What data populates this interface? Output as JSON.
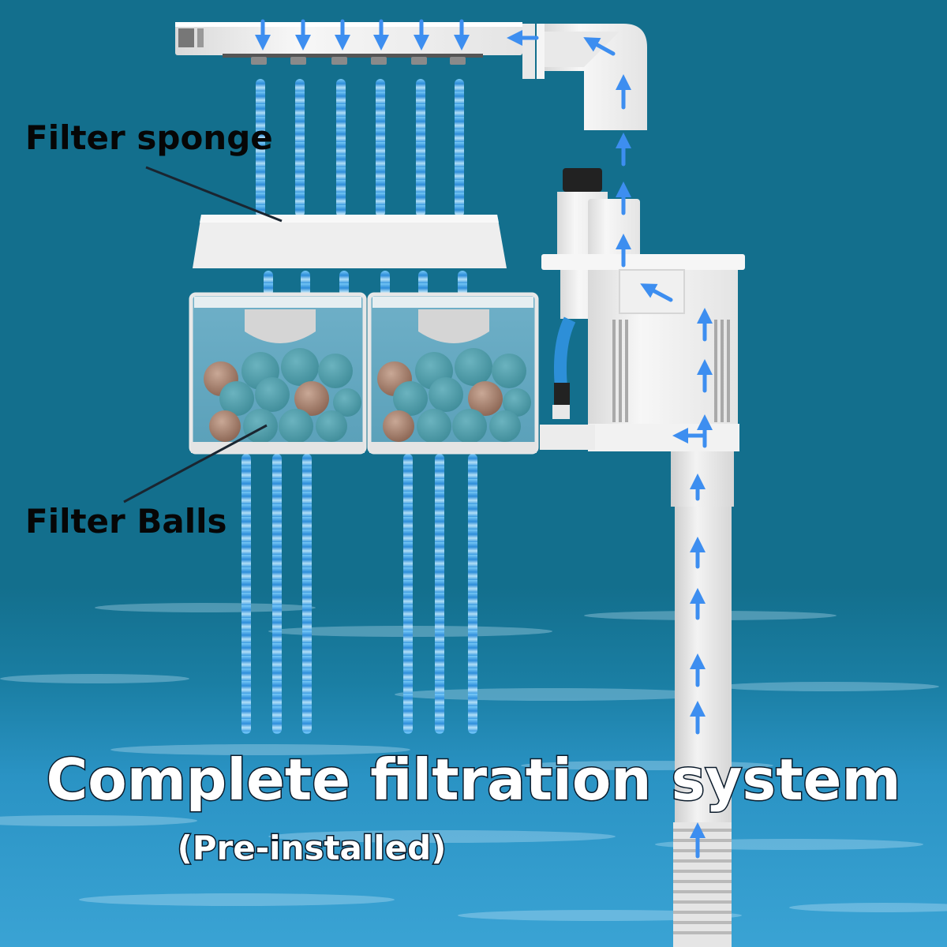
{
  "diagram": {
    "title": "Complete filtration system",
    "subtitle": "(Pre-installed)",
    "labels": {
      "filter_sponge": "Filter sponge",
      "filter_balls": "Filter Balls"
    },
    "components": [
      {
        "id": "spray-bar",
        "name": "Spray bar / outlet tray",
        "nozzle_count": 6
      },
      {
        "id": "elbow-outlet",
        "name": "Elbow outlet pipe"
      },
      {
        "id": "filter-sponge",
        "name": "Filter sponge"
      },
      {
        "id": "filter-box-left",
        "name": "Filter box with filter balls"
      },
      {
        "id": "filter-box-right",
        "name": "Filter box with filter balls"
      },
      {
        "id": "pump-housing",
        "name": "Pump housing with adjustment knob"
      },
      {
        "id": "intake-tube",
        "name": "Intake tube with strainer"
      }
    ],
    "flow_direction": "Water enters intake tube, rises through pump, passes elbow into spray bar, falls through sponge and filter balls",
    "colors": {
      "background_top": "#136f8d",
      "background_bottom": "#3aa3d4",
      "arrow": "#3d8ef0",
      "water_stream": "#2f8fe0",
      "label_text": "#060606",
      "headline_text": "#ffffff",
      "headline_outline": "#0a1a2a",
      "device_body": "#f2f2f2"
    }
  }
}
